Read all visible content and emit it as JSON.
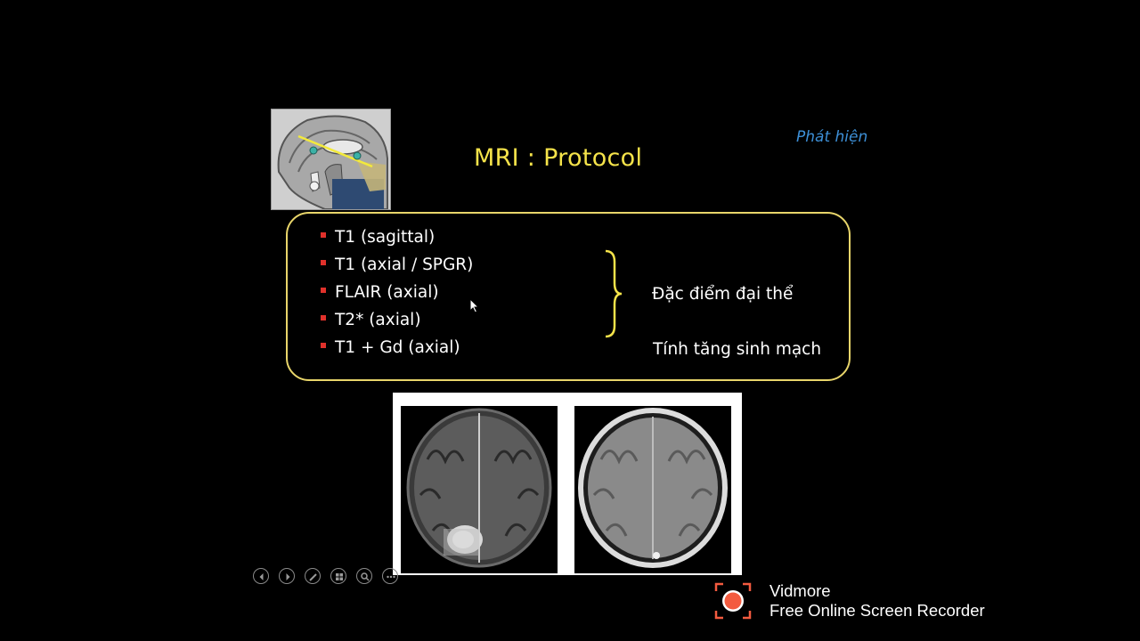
{
  "slide": {
    "title": "MRI : Protocol",
    "detect_label": "Phát hiện",
    "sequences": [
      "T1 (sagittal)",
      "T1 (axial / SPGR)",
      "FLAIR (axial)",
      "T2* (axial)",
      "T1 + Gd (axial)"
    ],
    "note_gross": "Đặc điểm đại thể",
    "note_vascular": "Tính tăng sinh mạch",
    "colors": {
      "title": "#f5e34a",
      "detect": "#3d8fd6",
      "box_border": "#e8d56a",
      "bullet": "#e0312b"
    }
  },
  "images": {
    "thumbnail": "sagittal-brain-mri-icon",
    "left": "axial-flair-mri",
    "right": "axial-t1-gd-mri"
  },
  "nav": {
    "buttons": [
      "previous-icon",
      "next-icon",
      "pen-icon",
      "slides-icon",
      "zoom-icon",
      "more-icon"
    ]
  },
  "watermark": {
    "name": "Vidmore",
    "subtitle": "Free Online Screen Recorder",
    "icon": "record-icon",
    "color": "#f35b3f"
  }
}
